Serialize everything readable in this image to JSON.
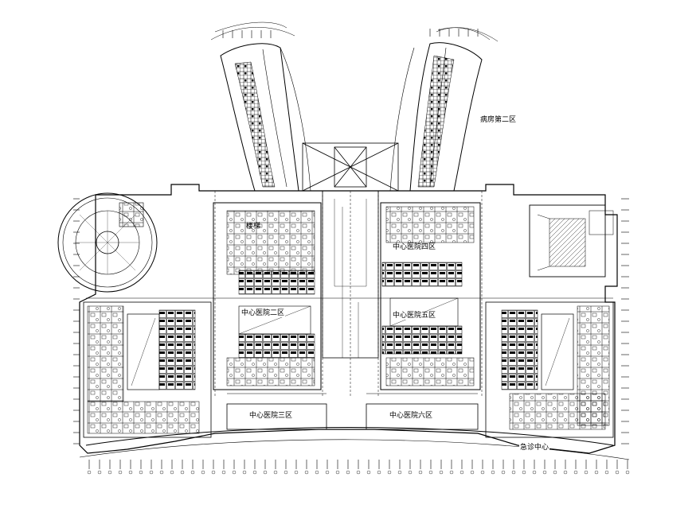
{
  "labels": {
    "ward_north_east": "病房第二区",
    "zone_four": "中心医院四区",
    "zone_two": "中心医院二区",
    "zone_five": "中心医院五区",
    "zone_three": "中心医院三区",
    "zone_six": "中心医院六区",
    "emergency": "急诊中心",
    "stairs": "楼梯"
  },
  "colors": {
    "line": "#000000",
    "background": "#ffffff"
  }
}
